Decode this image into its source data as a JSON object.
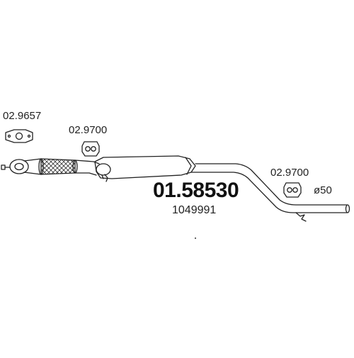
{
  "labels": {
    "gasket_part": "02.9657",
    "hanger_part_left": "02.9700",
    "hanger_part_right": "02.9700",
    "diameter": "ø50",
    "main_part_number": "01.58530",
    "oem_number": "1049991"
  },
  "colors": {
    "line": "#222222",
    "background": "#ffffff"
  }
}
